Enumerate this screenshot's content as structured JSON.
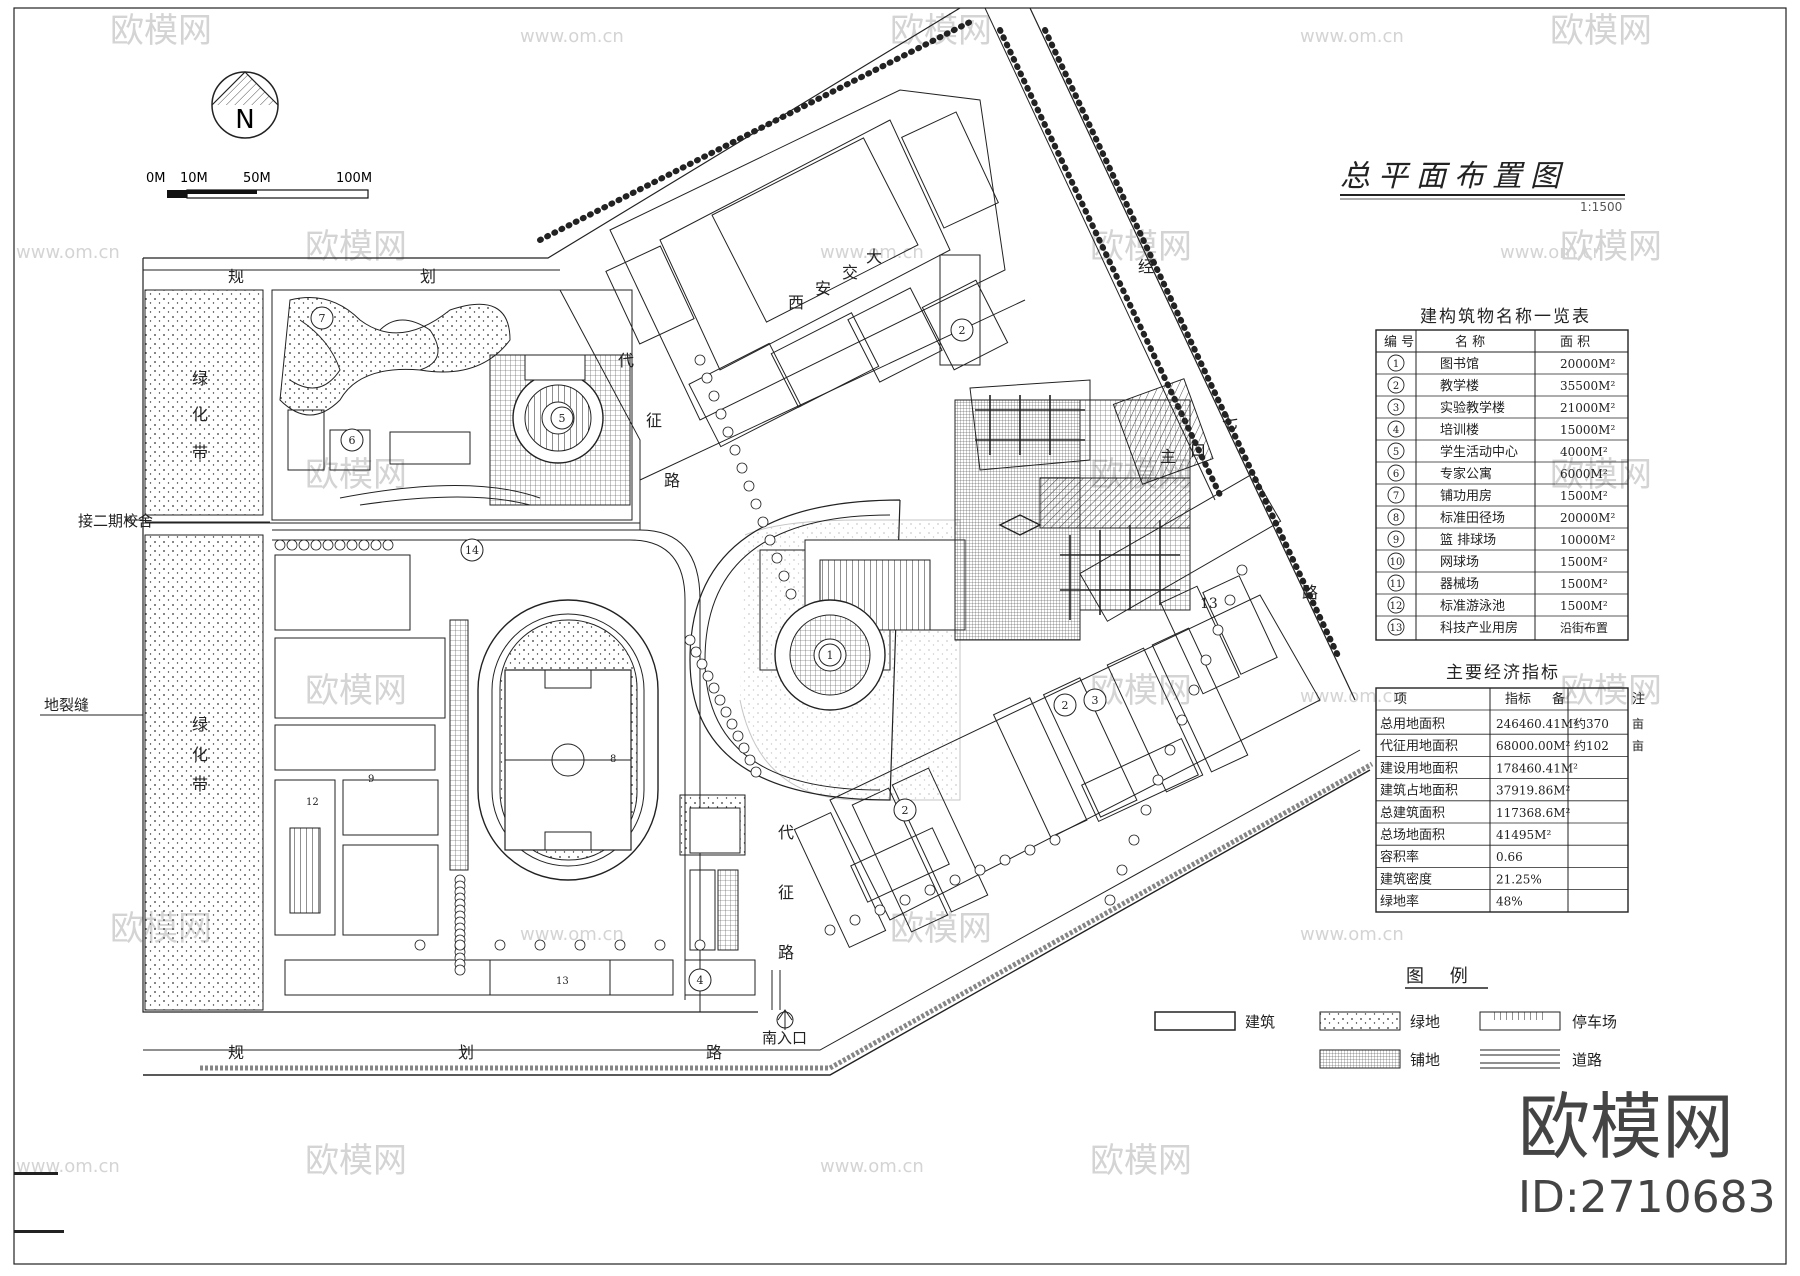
{
  "drawing": {
    "title": "总平面布置图",
    "scale": "1:1500",
    "north": "N",
    "scale_bar": [
      "0M",
      "10M",
      "50M",
      "100M"
    ]
  },
  "roads": {
    "top_chars": [
      "规",
      "划"
    ],
    "top_diag": [
      "代",
      "征",
      "路"
    ],
    "bottom_chars": [
      "规",
      "划",
      "路"
    ],
    "right_chars": [
      "经",
      "七",
      "路"
    ],
    "center_chars": [
      "代",
      "征",
      "路"
    ],
    "campus_chars": [
      "西",
      "安",
      "交",
      "大"
    ]
  },
  "labels": {
    "phase2": "接二期校舍",
    "geo_fissure": "地裂缝",
    "green_belt": [
      "绿",
      "化",
      "带"
    ],
    "main_gate": [
      "主",
      "口"
    ],
    "south_gate": "南入口",
    "num13a": "13",
    "num13b": "13",
    "num12": "12",
    "num9": "9",
    "num8": "8"
  },
  "markers": [
    "1",
    "2",
    "3",
    "4",
    "5",
    "6",
    "7",
    "2",
    "2",
    "14"
  ],
  "buildings_table": {
    "title": "建构筑物名称一览表",
    "headers": [
      "编 号",
      "名 称",
      "面 积"
    ],
    "rows": [
      {
        "no": "1",
        "name": "图书馆",
        "area": "20000M²"
      },
      {
        "no": "2",
        "name": "教学楼",
        "area": "35500M²"
      },
      {
        "no": "3",
        "name": "实验教学楼",
        "area": "21000M²"
      },
      {
        "no": "4",
        "name": "培训楼",
        "area": "15000M²"
      },
      {
        "no": "5",
        "name": "学生活动中心",
        "area": "4000M²"
      },
      {
        "no": "6",
        "name": "专家公寓",
        "area": "6000M²"
      },
      {
        "no": "7",
        "name": "铺功用房",
        "area": "1500M²"
      },
      {
        "no": "8",
        "name": "标准田径场",
        "area": "20000M²"
      },
      {
        "no": "9",
        "name": "篮 排球场",
        "area": "10000M²"
      },
      {
        "no": "10",
        "name": "网球场",
        "area": "1500M²"
      },
      {
        "no": "11",
        "name": "器械场",
        "area": "1500M²"
      },
      {
        "no": "12",
        "name": "标准游泳池",
        "area": "1500M²"
      },
      {
        "no": "13",
        "name": "科技产业用房",
        "area": "沿街布置"
      }
    ]
  },
  "econ_table": {
    "title": "主要经济指标",
    "headers": [
      "项",
      "指标",
      "备",
      "注"
    ],
    "rows": [
      {
        "item": "总用地面积",
        "value": "246460.41M²",
        "note": "约370",
        "unit": "亩"
      },
      {
        "item": "代征用地面积",
        "value": "68000.00M²",
        "note": "约102",
        "unit": "亩"
      },
      {
        "item": "建设用地面积",
        "value": "178460.41M²",
        "note": "",
        "unit": ""
      },
      {
        "item": "建筑占地面积",
        "value": "37919.86M²",
        "note": "",
        "unit": ""
      },
      {
        "item": "总建筑面积",
        "value": "117368.6M²",
        "note": "",
        "unit": ""
      },
      {
        "item": "总场地面积",
        "value": "41495M²",
        "note": "",
        "unit": ""
      },
      {
        "item": "容积率",
        "value": "0.66",
        "note": "",
        "unit": ""
      },
      {
        "item": "建筑密度",
        "value": "21.25%",
        "note": "",
        "unit": ""
      },
      {
        "item": "绿地率",
        "value": "48%",
        "note": "",
        "unit": ""
      }
    ]
  },
  "legend": {
    "title": "图 例",
    "items": [
      "建筑",
      "绿地",
      "停车场",
      "铺地",
      "道路"
    ]
  },
  "watermark": {
    "brand": "欧模网",
    "url": "www.om.cn",
    "url_short": "om.cn",
    "id": "ID:2710683"
  },
  "colors": {
    "line": "#1a1a1a",
    "grid": "#555555",
    "watermark": "#d4d4d4"
  }
}
